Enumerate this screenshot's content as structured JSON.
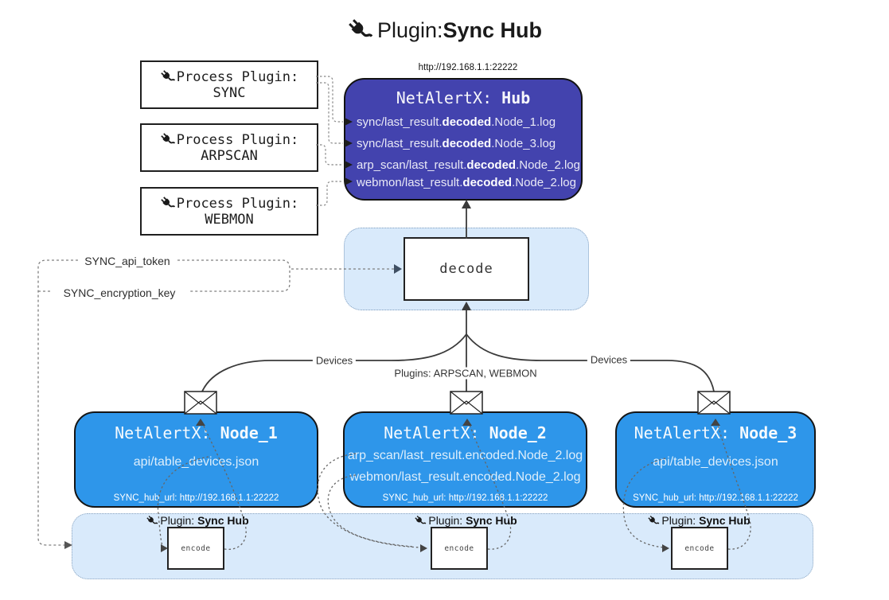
{
  "title": {
    "prefix": "Plugin: ",
    "bold": "Sync Hub"
  },
  "process_plugins": [
    {
      "line1": "Process Plugin:",
      "name": "SYNC"
    },
    {
      "line1": "Process Plugin:",
      "name": "ARPSCAN"
    },
    {
      "line1": "Process Plugin:",
      "name": "WEBMON"
    }
  ],
  "hub": {
    "url": "http://192.168.1.1:22222",
    "title_prefix": "NetAlertX: ",
    "title_bold": "Hub",
    "logs": [
      {
        "pre": "sync/last_result.",
        "bold": "decoded",
        "post": ".Node_1.log"
      },
      {
        "pre": "sync/last_result.",
        "bold": "decoded",
        "post": ".Node_3.log"
      },
      {
        "pre": "arp_scan/last_result.",
        "bold": "decoded",
        "post": ".Node_2.log"
      },
      {
        "pre": "webmon/last_result.",
        "bold": "decoded",
        "post": ".Node_2.log"
      }
    ]
  },
  "decode": {
    "label": "decode"
  },
  "tokens": {
    "api_token": "SYNC_api_token",
    "encryption_key": "SYNC_encryption_key"
  },
  "edges": {
    "devices_left": "Devices",
    "devices_right": "Devices",
    "plugins_center": "Plugins: ARPSCAN, WEBMON"
  },
  "nodes": [
    {
      "title_prefix": "NetAlertX: ",
      "title_bold": "Node_1",
      "files": [
        "api/table_devices.json"
      ],
      "hub_url": "SYNC_hub_url: http://192.168.1.1:22222"
    },
    {
      "title_prefix": "NetAlertX: ",
      "title_bold": "Node_2",
      "files": [
        "arp_scan/last_result.encoded.Node_2.log",
        "webmon/last_result.encoded.Node_2.log"
      ],
      "hub_url": "SYNC_hub_url: http://192.168.1.1:22222"
    },
    {
      "title_prefix": "NetAlertX: ",
      "title_bold": "Node_3",
      "files": [
        "api/table_devices.json"
      ],
      "hub_url": "SYNC_hub_url: http://192.168.1.1:22222"
    }
  ],
  "encode_strip": {
    "sections": [
      {
        "label_prefix": "Plugin: ",
        "label_bold": "Sync Hub",
        "box_label": "encode"
      },
      {
        "label_prefix": "Plugin: ",
        "label_bold": "Sync Hub",
        "box_label": "encode"
      },
      {
        "label_prefix": "Plugin: ",
        "label_bold": "Sync Hub",
        "box_label": "encode"
      }
    ]
  },
  "colors": {
    "hub_fill": "#4343ae",
    "node_fill": "#2E96EA",
    "container_fill": "#d9eafb",
    "line_dark": "#3a3a3a",
    "line_dotted": "#808080"
  }
}
